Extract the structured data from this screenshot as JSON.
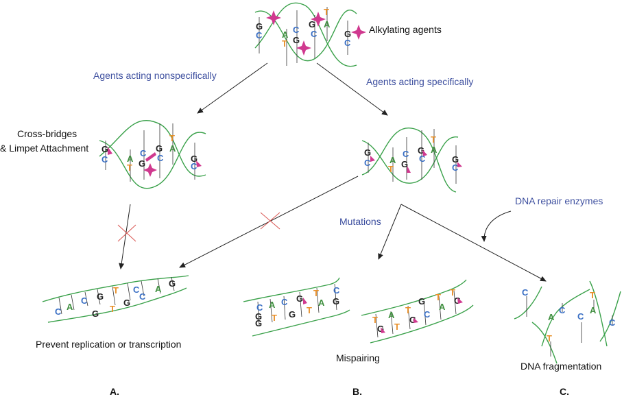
{
  "colors": {
    "strand": "#3aa14a",
    "rung": "#333333",
    "arrow": "#222222",
    "agent": "#d0398f",
    "block": "#d9534f",
    "caption": "#3d4f9f",
    "text": "#111111",
    "base_G": "#222222",
    "base_C": "#3a6fc4",
    "base_A": "#3f8f3f",
    "base_T": "#e8902a"
  },
  "labels": {
    "alkylating_agents": "Alkylating agents",
    "nonspecific": "Agents acting nonspecifically",
    "specific": "Agents acting specifically",
    "crossbridges_line1": "Cross-bridges",
    "crossbridges_line2": "& Limpet Attachment",
    "mutations": "Mutations",
    "repair": "DNA repair enzymes",
    "prevent": "Prevent replication or transcription",
    "mispairing": "Mispairing",
    "fragmentation": "DNA fragmentation",
    "panel_a": "A.",
    "panel_b": "B.",
    "panel_c": "C."
  },
  "icons": {
    "agent": "four-point-star-icon",
    "limpet": "limpet-marker-icon",
    "block": "x-mark-icon"
  },
  "bases": {
    "top_helix": [
      [
        "G",
        "C"
      ],
      [
        "A",
        "T"
      ],
      [
        "C",
        "G"
      ],
      [
        "G",
        "C"
      ],
      [
        "T",
        "A"
      ],
      [
        "G",
        "C"
      ]
    ],
    "left_helix": [
      [
        "G",
        "C"
      ],
      [
        "A",
        "T"
      ],
      [
        "C",
        "G"
      ],
      [
        "G",
        "C"
      ],
      [
        "T",
        "A"
      ],
      [
        "G",
        "C"
      ]
    ],
    "right_helix": [
      [
        "G",
        "C"
      ],
      [
        "A",
        "T"
      ],
      [
        "C",
        "G"
      ],
      [
        "G",
        "C"
      ],
      [
        "T",
        "A"
      ],
      [
        "G",
        "C"
      ]
    ],
    "strand_a": [
      "C",
      "A",
      "C",
      "G",
      "T",
      "C",
      "A",
      "G"
    ],
    "strand_a_bottom": [
      "G",
      "T",
      "G",
      "C"
    ],
    "strand_b1_top": [
      "C",
      "C",
      "G",
      "T",
      "C"
    ],
    "strand_b1_bottom": [
      "A",
      "G",
      "G",
      "A",
      "G"
    ],
    "strand_b2_top": [
      "T",
      "T",
      "G",
      "T",
      "T"
    ],
    "strand_b2_bottom": [
      "G",
      "T",
      "G",
      "C",
      "A",
      "G"
    ],
    "fragments": [
      "C",
      "A",
      "C",
      "C",
      "T",
      "A",
      "C",
      "T"
    ]
  }
}
